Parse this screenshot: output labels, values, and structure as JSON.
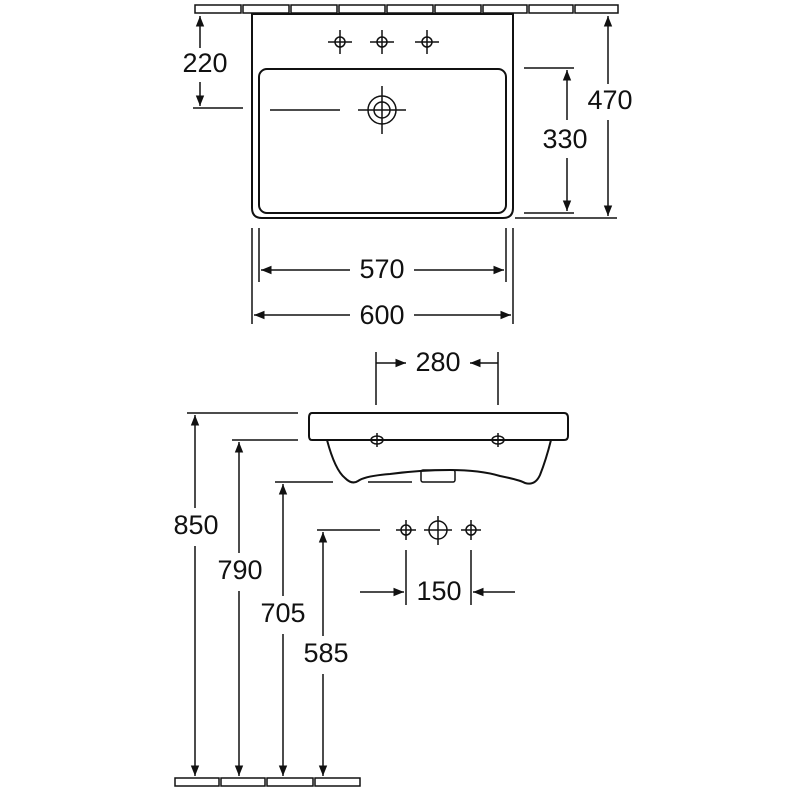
{
  "title": "Washbasin dimension drawing",
  "top_view": {
    "dimensions": {
      "tap_hole_to_drain": "220",
      "overall_depth": "470",
      "bowl_depth": "330",
      "bowl_width": "570",
      "overall_width": "600"
    }
  },
  "side_view": {
    "dimensions": {
      "overflow_spacing": "280",
      "rim_height": "850",
      "overflow_height": "790",
      "bottom_height": "705",
      "supply_height": "585",
      "supply_spacing": "150"
    }
  },
  "colors": {
    "line": "#111111",
    "background": "#ffffff"
  }
}
